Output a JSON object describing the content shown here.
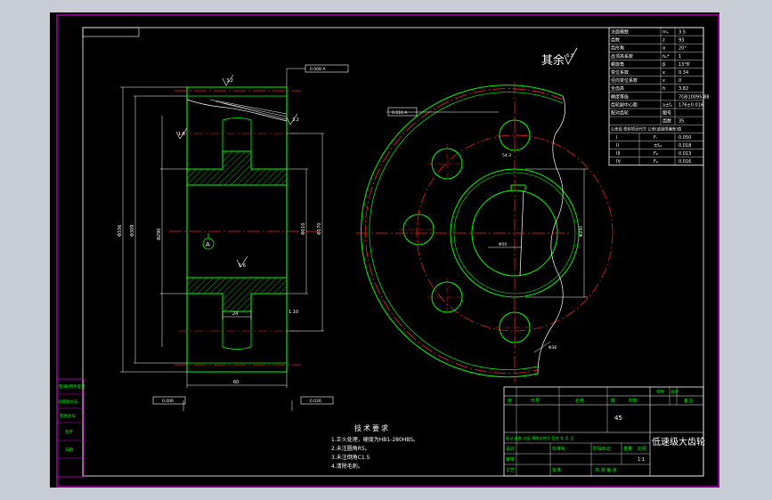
{
  "colors": {
    "background": "#000000",
    "outer_bg": "#c8ccd4",
    "border": "#d400d4",
    "outline": "#00ff00",
    "center_line": "#ff2020",
    "dimension": "#ffffff",
    "hatch": "#00ff00",
    "text": "#ffffff"
  },
  "roughness": {
    "general": "其余",
    "general_value": "6.3",
    "bore_value": "1.6",
    "face_value": "3.2"
  },
  "datum": {
    "label": "A"
  },
  "tolerance_frames": {
    "top": "0.008 A",
    "left_mid": "0.016 A",
    "bottom_left": "0.006",
    "bottom_right": "0.026"
  },
  "dimensions": {
    "od": "Φ336",
    "root": "Φ309",
    "rim": "Φ290",
    "hub_bore": "Φ110",
    "hub_outer": "Φ170",
    "width": "60",
    "web": "24",
    "chamfer": "1.10",
    "hub_label": "1.6",
    "bore_key": "Φ50",
    "keyway_top": "54.3",
    "hole_dia": "Φ36",
    "hole_circle": "Φ230"
  },
  "param_table": {
    "rows": [
      {
        "name": "法面模数",
        "sym": "mₙ",
        "val": "3.5"
      },
      {
        "name": "齿数",
        "sym": "z",
        "val": "93"
      },
      {
        "name": "齿形角",
        "sym": "α",
        "val": "20°"
      },
      {
        "name": "齿顶高系数",
        "sym": "hₐ*",
        "val": "1"
      },
      {
        "name": "螺旋角",
        "sym": "β",
        "val": "13°8′"
      },
      {
        "name": "变位系数",
        "sym": "x",
        "val": "0.34"
      },
      {
        "name": "径向变位系数",
        "sym": "x",
        "val": "0"
      },
      {
        "name": "全齿高",
        "sym": "h",
        "val": "3.82"
      },
      {
        "name": "精度等级",
        "sym": "",
        "val": "7GB10095-88"
      },
      {
        "name": "齿轮副中心距",
        "sym": "a±fₐ",
        "val": "176±0.016"
      },
      {
        "name": "配对齿轮",
        "sym": "图号",
        "val": ""
      },
      {
        "name": "",
        "sym": "齿数",
        "val": "35"
      }
    ],
    "check_header": "公差组  检验项目代号  公差(或极限偏差)值",
    "check_rows": [
      {
        "group": "I",
        "sym": "Fᵣ",
        "val": "0.050"
      },
      {
        "group": "II",
        "sym": "±fₚₜ",
        "val": "0.018"
      },
      {
        "group": "III",
        "sym": "Fᵦ",
        "val": "0.013"
      },
      {
        "group": "IV",
        "sym": "Fᵦ",
        "val": "0.016"
      }
    ]
  },
  "tech_requirements": {
    "title": "技术要求",
    "items": [
      "1.正火处理，硬度为HB1-280HBS。",
      "2.未注圆角R5。",
      "3.未注倒角C1.5",
      "4.清除毛刺。"
    ]
  },
  "left_strip": {
    "items": [
      "借(通)用件登记",
      "旧底图总号",
      "底图总号",
      "签字",
      "日期"
    ]
  },
  "title_block": {
    "header_cols": [
      "序",
      "代号",
      "名称",
      "数",
      "材料",
      "单件",
      "总计",
      "备注"
    ],
    "material": "45",
    "title": "低速级大齿轮",
    "change_row": "标记 处数 分区 更改文件号 签名 年 月 日",
    "rows_left": [
      "设计",
      "审核",
      "工艺"
    ],
    "rows_mid": [
      "标准化",
      "批准"
    ],
    "stage_cols": [
      "阶段标记",
      "重量",
      "比例"
    ],
    "scale": "1:1",
    "sheet": "共 张  第 张"
  }
}
